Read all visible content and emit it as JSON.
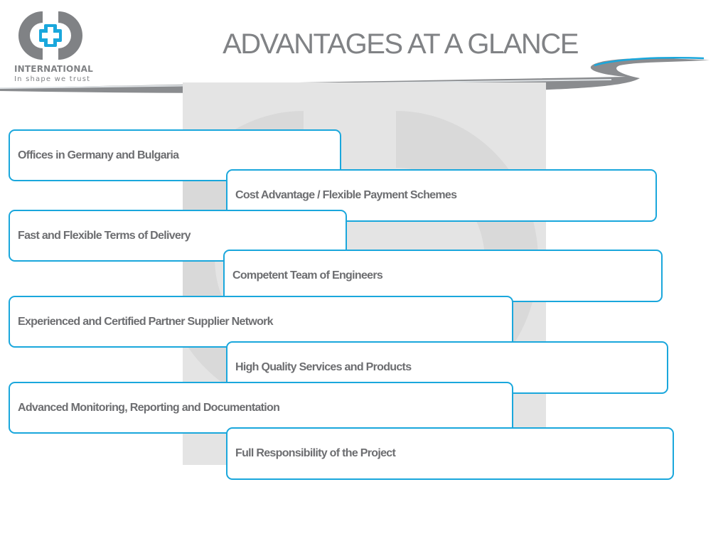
{
  "logo": {
    "name": "INTERNATIONAL",
    "tagline": "In shape we trust",
    "letters": "CD",
    "colors": {
      "gray": "#808285",
      "blue": "#1aa7dc"
    }
  },
  "header": {
    "title": "ADVANTAGES AT A GLANCE"
  },
  "advantages": [
    "Offices in Germany and Bulgaria",
    "Cost Advantage / Flexible Payment Schemes",
    "Fast and Flexible Terms of Delivery",
    "Competent Team of Engineers",
    "Experienced and Certified Partner Supplier Network",
    "High Quality Services and Products",
    "Advanced Monitoring, Reporting and Documentation",
    "Full Responsibility of the Project"
  ],
  "colors": {
    "box_border": "#1aa7dc",
    "text": "#6d6e71",
    "title": "#808285",
    "watermark": "#e6e6e6"
  }
}
